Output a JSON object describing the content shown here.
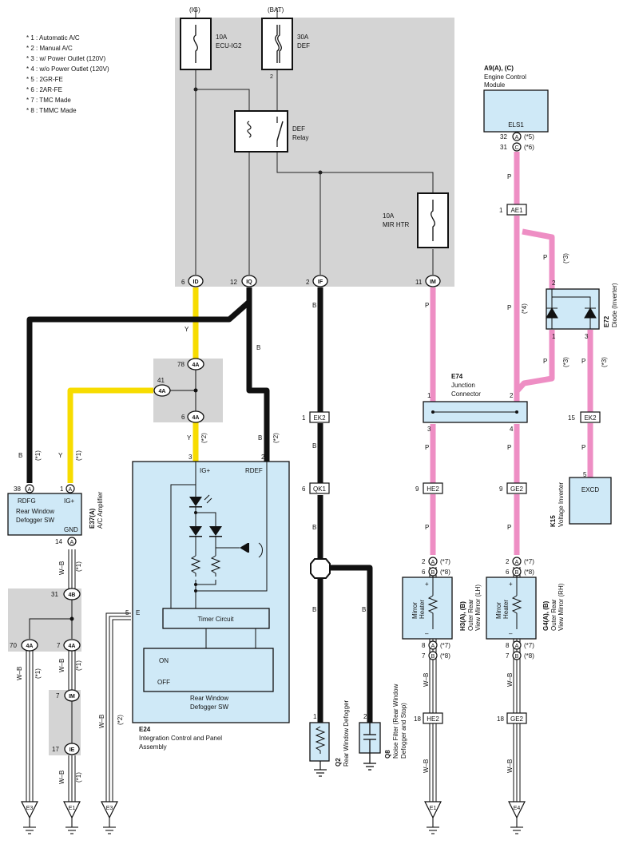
{
  "legend": [
    "* 1 : Automatic A/C",
    "* 2 : Manual A/C",
    "* 3 : w/ Power Outlet (120V)",
    "* 4 : w/o Power Outlet (120V)",
    "* 5 : 2GR-FE",
    "* 6 : 2AR-FE",
    "* 7 : TMC Made",
    "* 8 : TMMC Made"
  ],
  "supply": {
    "ig": "(IG)",
    "bat": "(BAT)"
  },
  "fuses": {
    "ecu_ig2": {
      "rating": "10A",
      "name": "ECU-IG2"
    },
    "def": {
      "rating": "30A",
      "name": "DEF"
    },
    "mir_htr": {
      "rating": "10A",
      "name": "MIR HTR"
    }
  },
  "pins": {
    "def_2": "2"
  },
  "relay": {
    "name_line1": "DEF",
    "name_line2": "Relay"
  },
  "jb": {
    "id": "ID",
    "id_pin": "6",
    "iq": "IQ",
    "iq_pin": "12",
    "if": "IF",
    "if_pin": "2",
    "im": "IM",
    "im_pin": "11"
  },
  "j4a": {
    "code": "4A",
    "top_pin": "78",
    "side_pin": "41",
    "bot_pin": "6"
  },
  "j4b": {
    "code": "4B",
    "pin": "31",
    "left_code": "4A",
    "left_pin": "70",
    "right_code": "4A",
    "right_pin": "7"
  },
  "jim": {
    "code": "IM",
    "pin": "7"
  },
  "jie": {
    "code": "IE",
    "pin": "17"
  },
  "conn": {
    "ek2_a": {
      "code": "EK2",
      "pin": "1"
    },
    "qk1": {
      "code": "QK1",
      "pin": "6"
    },
    "he2_a": {
      "code": "HE2",
      "pin": "9"
    },
    "ge2_a": {
      "code": "GE2",
      "pin": "9"
    },
    "ae1": {
      "code": "AE1",
      "pin": "1"
    },
    "ek2_b": {
      "code": "EK2",
      "pin": "15"
    },
    "he2_b": {
      "code": "HE2",
      "pin": "18"
    },
    "ge2_b": {
      "code": "GE2",
      "pin": "18"
    }
  },
  "ecm": {
    "code": "A9(A), (C)",
    "name_line1": "Engine Control",
    "name_line2": "Module",
    "pin_name": "ELS1",
    "pin_a": "A",
    "pin_a_no": "32",
    "pin_a_note": "(*5)",
    "pin_c": "C",
    "pin_c_no": "31",
    "pin_c_note": "(*6)"
  },
  "diode": {
    "code": "E72",
    "name": "Diode (Inverter)",
    "pin1": "1",
    "pin2": "2",
    "pin3": "3"
  },
  "junction_connector": {
    "code": "E74",
    "name_line1": "Junction",
    "name_line2": "Connector",
    "pin1": "1",
    "pin2": "2",
    "pin3": "3",
    "pin4": "4"
  },
  "voltage_inverter": {
    "code": "K15",
    "name": "Voltage Inverter",
    "pin_name": "EXCD",
    "pin": "5"
  },
  "e37": {
    "code": "E37(A)",
    "name": "A/C Amplifier",
    "conn": "A",
    "pin38": "38",
    "pin1": "1",
    "pin14": "14",
    "rdfg": "RDFG",
    "igp": "IG+",
    "gnd": "GND",
    "name_line1": "Rear Window",
    "name_line2": "Defogger SW"
  },
  "e24": {
    "code": "E24",
    "name_line1": "Integration Control and Panel",
    "name_line2": "Assembly",
    "igp": "IG+",
    "rdef": "RDEF",
    "e": "E",
    "pin3": "3",
    "pin2": "2",
    "pin5": "5",
    "timer": "Timer Circuit",
    "on": "ON",
    "off": "OFF",
    "sw_line1": "Rear Window",
    "sw_line2": "Defogger SW"
  },
  "mirror_lh": {
    "code": "H3(A), (B)",
    "name1": "Outer Rear",
    "name2": "View Mirror (LH)",
    "conn_a": "A",
    "conn_b": "B",
    "note_a": "(*7)",
    "note_b": "(*8)",
    "pin2": "2",
    "pin6": "6",
    "pin8": "8",
    "pin7": "7",
    "plus": "+",
    "minus": "–",
    "heater1": "Mirror",
    "heater2": "Heater"
  },
  "mirror_rh": {
    "code": "G4(A), (B)",
    "name1": "Outer Rear",
    "name2": "View Mirror (RH)",
    "conn_a": "A",
    "conn_b": "B",
    "note_a": "(*7)",
    "note_b": "(*8)",
    "pin2": "2",
    "pin6": "6",
    "pin8": "8",
    "pin7": "7",
    "plus": "+",
    "minus": "–",
    "heater1": "Mirror",
    "heater2": "Heater"
  },
  "q2": {
    "code": "Q2",
    "name": "Rear Window Defogger",
    "pin": "1"
  },
  "q8": {
    "code": "Q8",
    "name1": "Noise Filter (Rear Window",
    "name2": "Defogger and Stop)",
    "pin": "2"
  },
  "grounds": [
    "E3",
    "E1",
    "E3",
    "E1",
    "E4"
  ],
  "wires": {
    "y": "Y",
    "b": "B",
    "p": "P",
    "wb": "W–B"
  },
  "notes": {
    "n1": "(*1)",
    "n2": "(*2)",
    "n3": "(*3)",
    "n4": "(*4)"
  }
}
